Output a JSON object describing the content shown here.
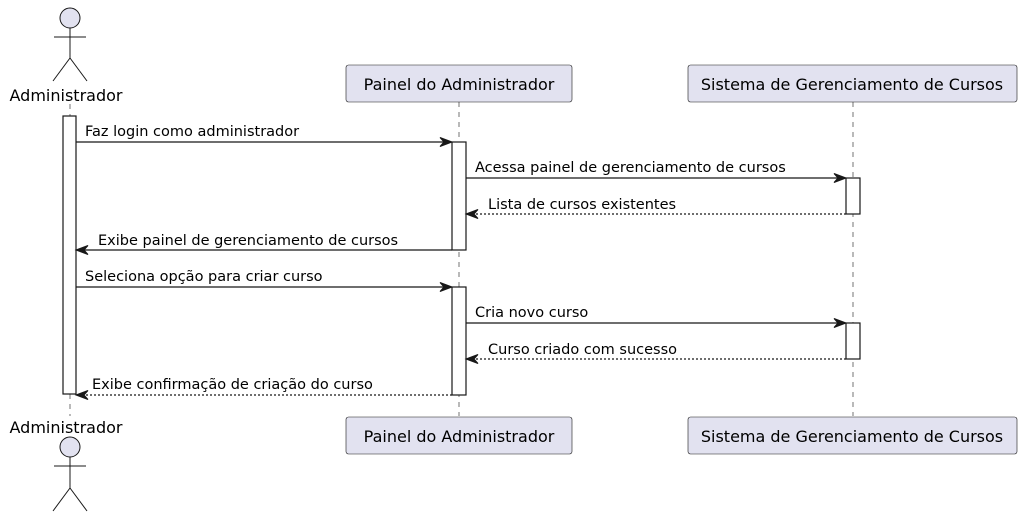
{
  "participants": {
    "administrador": "Administrador",
    "painel": "Painel do Administrador",
    "sistema": "Sistema de Gerenciamento de Cursos"
  },
  "messages": [
    {
      "label": "Faz login como administrador",
      "kind": "sync"
    },
    {
      "label": "Acessa painel de gerenciamento de cursos",
      "kind": "sync"
    },
    {
      "label": "Lista de cursos existentes",
      "kind": "reply"
    },
    {
      "label": "Exibe painel de gerenciamento de cursos",
      "kind": "sync"
    },
    {
      "label": "Seleciona opção para criar curso",
      "kind": "sync"
    },
    {
      "label": "Cria novo curso",
      "kind": "sync"
    },
    {
      "label": "Curso criado com sucesso",
      "kind": "reply"
    },
    {
      "label": "Exibe confirmação de criação do curso",
      "kind": "reply"
    }
  ],
  "colors": {
    "participant_fill": "#e2e2f0",
    "line": "#181818"
  }
}
